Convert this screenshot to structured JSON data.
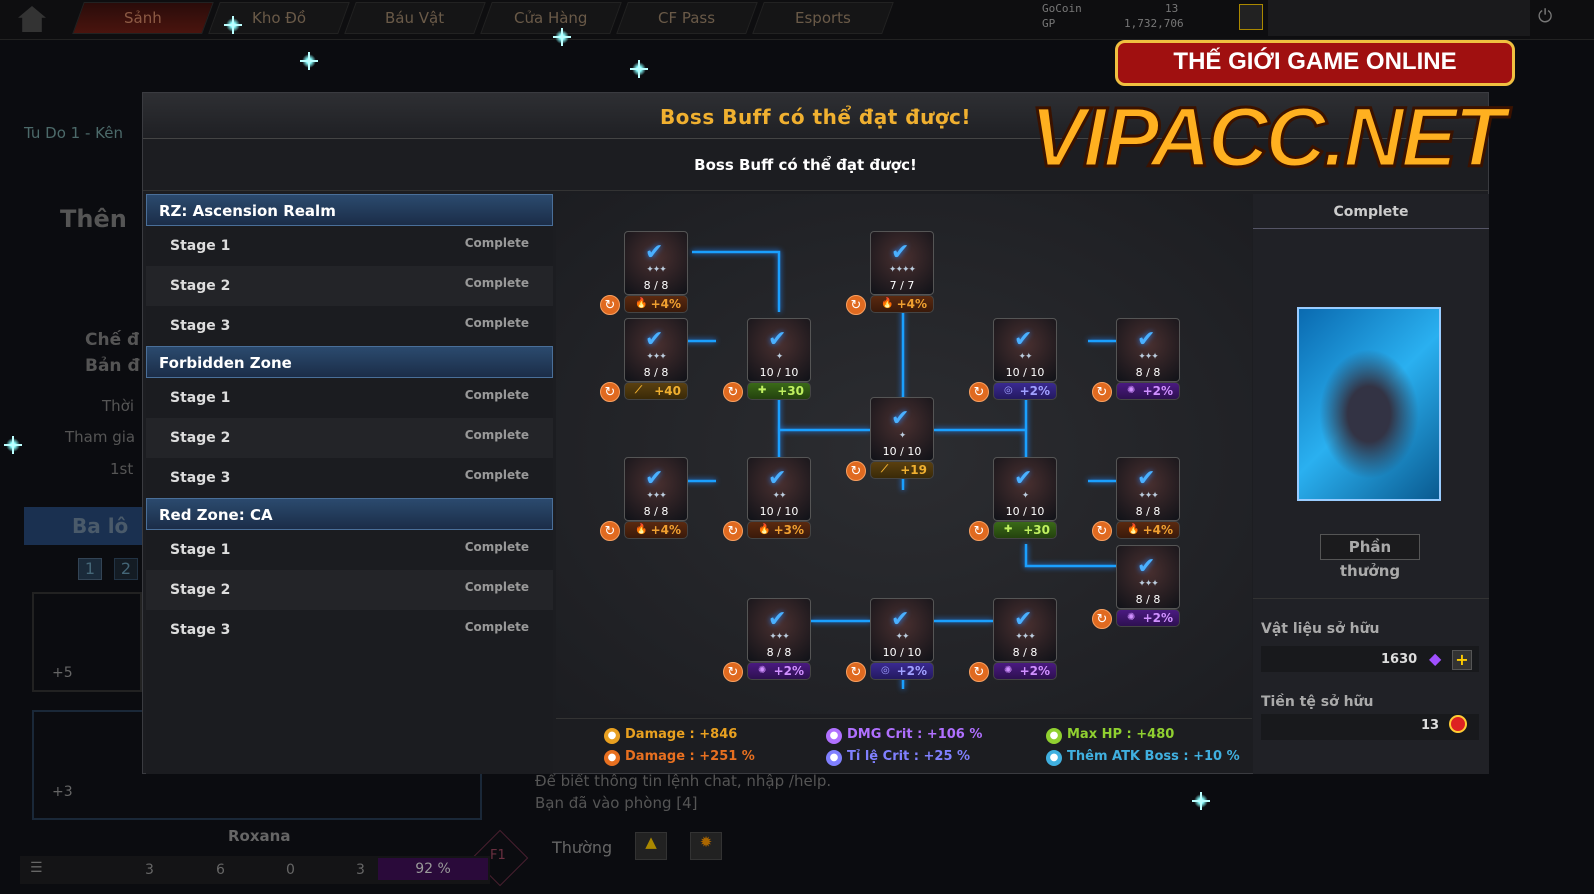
{
  "topbar": {
    "tabs": [
      "Sảnh",
      "Kho Đồ",
      "Báu Vật",
      "Cửa Hàng",
      "CF Pass",
      "Esports"
    ],
    "gocoin_label": "GoCoin",
    "gocoin": "13",
    "gp_label": "GP",
    "gp": "1,732,706"
  },
  "background": {
    "channel": "Tu Do 1 - Kên",
    "room_title": "Thên",
    "mode": "Chế đ",
    "map": "Bản đ",
    "time": "Thời",
    "join": "Tham gia",
    "rank": "1st",
    "backpack": "Ba lô",
    "pages": [
      "1",
      "2"
    ],
    "slot1": "+5",
    "slot2": "+3",
    "player": "Roxana",
    "chat_line1": "Để biết thông tin lệnh chat, nhập /help.",
    "chat_line2": "Bạn đã vào phòng [4]",
    "chat_mode": "Thường",
    "status_counts": [
      "3",
      "6",
      "0",
      "3"
    ],
    "progress": "92 %",
    "f1": "F1"
  },
  "watermark": {
    "top": "THẾ GIỚI GAME ONLINE",
    "main": "VIPACC.NET"
  },
  "dialog": {
    "title": "Boss Buff có thể đạt được!",
    "subtitle": "Boss Buff có thể đạt được!",
    "zones": [
      {
        "name": "RZ: Ascension Realm",
        "stages": [
          {
            "label": "Stage 1",
            "status": "Complete"
          },
          {
            "label": "Stage 2",
            "status": "Complete"
          },
          {
            "label": "Stage 3",
            "status": "Complete"
          }
        ]
      },
      {
        "name": "Forbidden Zone",
        "stages": [
          {
            "label": "Stage 1",
            "status": "Complete"
          },
          {
            "label": "Stage 2",
            "status": "Complete"
          },
          {
            "label": "Stage 3",
            "status": "Complete"
          }
        ]
      },
      {
        "name": "Red Zone: CA",
        "stages": [
          {
            "label": "Stage 1",
            "status": "Complete"
          },
          {
            "label": "Stage 2",
            "status": "Complete"
          },
          {
            "label": "Stage 3",
            "status": "Complete"
          }
        ]
      }
    ],
    "nodes": [
      {
        "count": "8 / 8",
        "stars": 3,
        "type": "fire",
        "bonus": "+4%"
      },
      {
        "count": "7 / 7",
        "stars": 4,
        "type": "fire",
        "bonus": "+4%"
      },
      {
        "count": "8 / 8",
        "stars": 3,
        "type": "damage",
        "bonus": "+40"
      },
      {
        "count": "10 / 10",
        "stars": 1,
        "type": "hp",
        "bonus": "+30"
      },
      {
        "count": "10 / 10",
        "stars": 2,
        "type": "critrate",
        "bonus": "+2%"
      },
      {
        "count": "8 / 8",
        "stars": 3,
        "type": "crit",
        "bonus": "+2%"
      },
      {
        "count": "10 / 10",
        "stars": 1,
        "type": "damage",
        "bonus": "+19"
      },
      {
        "count": "8 / 8",
        "stars": 3,
        "type": "fire",
        "bonus": "+4%"
      },
      {
        "count": "10 / 10",
        "stars": 2,
        "type": "fire",
        "bonus": "+3%"
      },
      {
        "count": "10 / 10",
        "stars": 1,
        "type": "hp",
        "bonus": "+30"
      },
      {
        "count": "8 / 8",
        "stars": 3,
        "type": "fire",
        "bonus": "+4%"
      },
      {
        "count": "8 / 8",
        "stars": 3,
        "type": "crit",
        "bonus": "+2%"
      },
      {
        "count": "8 / 8",
        "stars": 3,
        "type": "crit",
        "bonus": "+2%"
      },
      {
        "count": "10 / 10",
        "stars": 2,
        "type": "critrate",
        "bonus": "+2%"
      },
      {
        "count": "8 / 8",
        "stars": 3,
        "type": "crit",
        "bonus": "+2%"
      }
    ],
    "stats": [
      {
        "label": "Damage : +846",
        "color": "#e8a020",
        "icon": "damage"
      },
      {
        "label": "Damage : +251 %",
        "color": "#e87020",
        "icon": "fire"
      },
      {
        "label": "DMG Crit : +106 %",
        "color": "#b070ff",
        "icon": "crit"
      },
      {
        "label": "Tỉ lệ Crit : +25 %",
        "color": "#8080ff",
        "icon": "critrate"
      },
      {
        "label": "Max HP : +480",
        "color": "#90d030",
        "icon": "hp"
      },
      {
        "label": "Thêm ATK Boss : +10 %",
        "color": "#40b0e0",
        "icon": "boss"
      }
    ],
    "right": {
      "status": "Complete",
      "reward_button": "Phần thưởng",
      "materials_label": "Vật liệu sở hữu",
      "materials": "1630",
      "currency_label": "Tiền tệ sở hữu",
      "currency": "13"
    }
  },
  "colors": {
    "fire": "#e87020",
    "damage": "#d89020",
    "hp": "#70b030",
    "critrate": "#6060e0",
    "crit": "#9040d0"
  }
}
